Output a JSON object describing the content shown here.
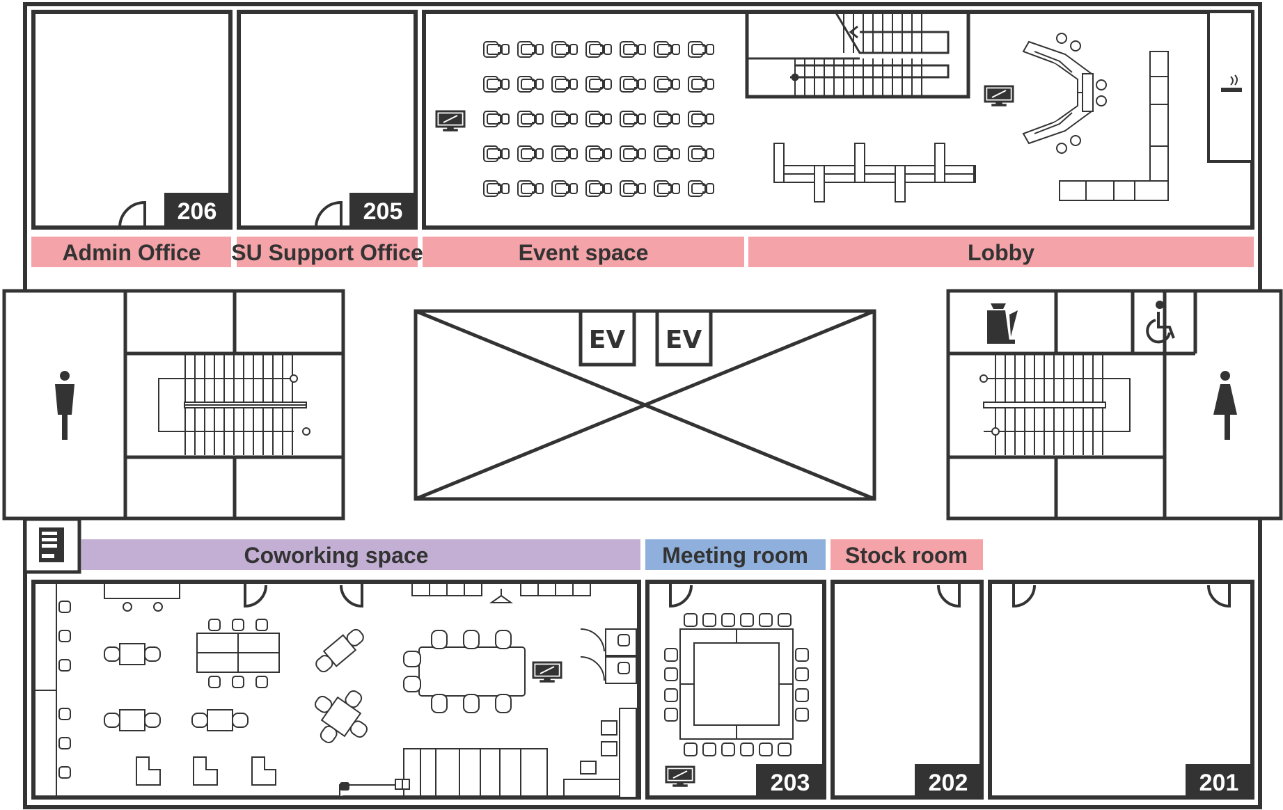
{
  "floor_labels": {
    "admin_office": "Admin Office",
    "su_support_office": "SU Support Office",
    "event_space": "Event space",
    "lobby": "Lobby",
    "coworking_space": "Coworking space",
    "meeting_room": "Meeting room",
    "stock_room": "Stock room"
  },
  "room_numbers": {
    "r206": "206",
    "r205": "205",
    "r203": "203",
    "r202": "202",
    "r201": "201"
  },
  "elevators": {
    "ev1": "EV",
    "ev2": "EV"
  },
  "colors": {
    "wall": "#333333",
    "label_pink": "#f4a3a8",
    "label_purple": "#c3afd4",
    "label_blue": "#8fb0dc",
    "background": "#ffffff"
  },
  "icons": {
    "men_restroom": "man-icon",
    "women_restroom": "woman-icon",
    "accessible": "wheelchair-icon",
    "kitchen": "kettle-icon",
    "smoking": "smoking-icon",
    "vending": "vending-machine-icon",
    "monitor": "monitor-icon"
  }
}
